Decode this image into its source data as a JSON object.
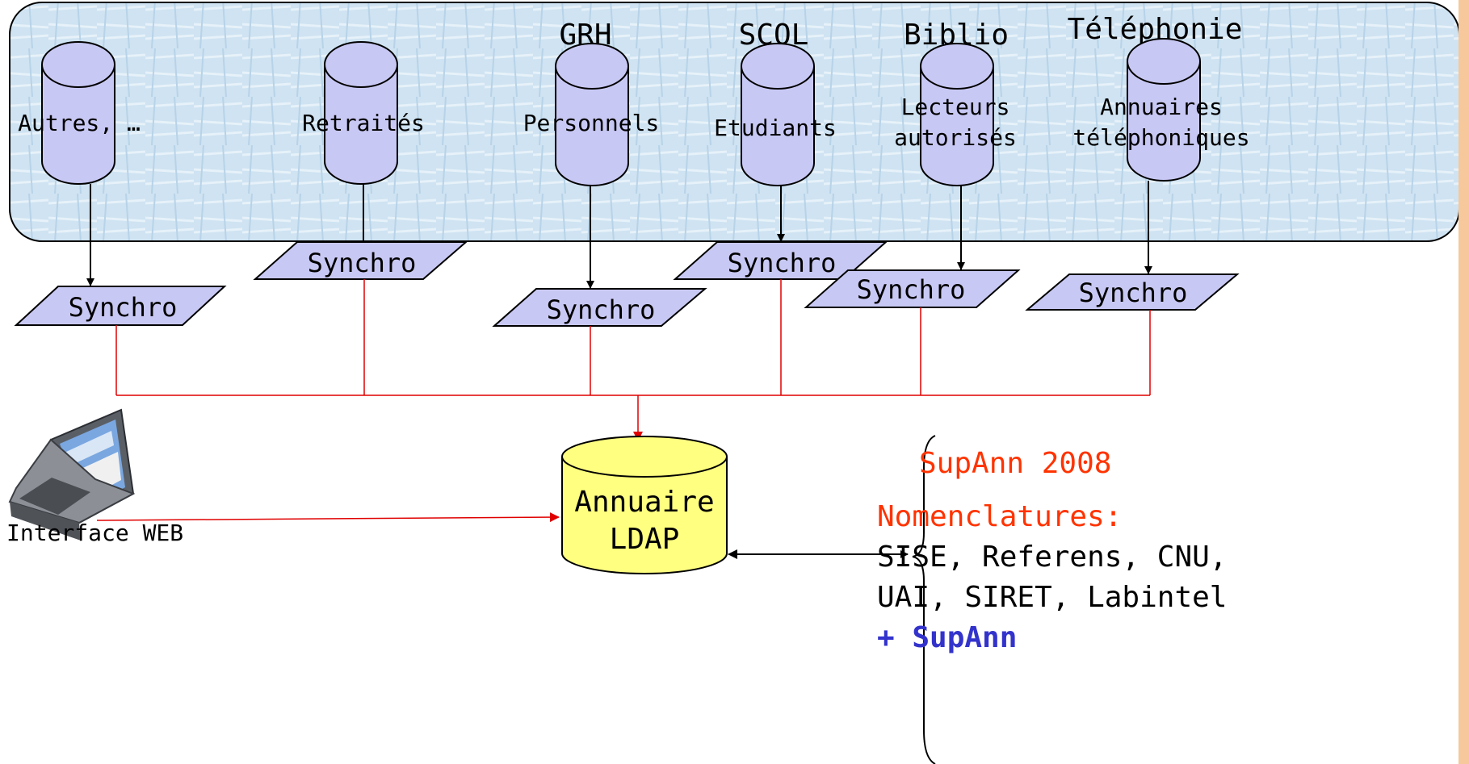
{
  "systems": {
    "autres": {
      "label": "Autres, …"
    },
    "retraites": {
      "label": "Retraités"
    },
    "personnels": {
      "group": "GRH",
      "label": "Personnels"
    },
    "etudiants": {
      "group": "SCOL",
      "label": "Etudiants"
    },
    "lecteurs": {
      "group": "Biblio",
      "label_line1": "Lecteurs",
      "label_line2": "autorisés"
    },
    "annuaires": {
      "group": "Téléphonie",
      "label_line1": "Annuaires",
      "label_line2": "téléphoniques"
    }
  },
  "synchro_label": "Synchro",
  "ldap": {
    "line1": "Annuaire",
    "line2": "LDAP"
  },
  "web": {
    "label": "Interface WEB"
  },
  "nomenclature": {
    "title": "SupAnn 2008",
    "heading": "Nomenclatures:",
    "line1": "SISE, Referens, CNU,",
    "line2": "UAI, SIRET, Labintel",
    "line3": "+ SupAnn"
  },
  "colors": {
    "cylinder": "#c8c8f4",
    "ldap": "#ffff80",
    "link_red": "#e00000",
    "nomenclature_red": "#ff3300",
    "supann_blue": "#3333cc"
  }
}
